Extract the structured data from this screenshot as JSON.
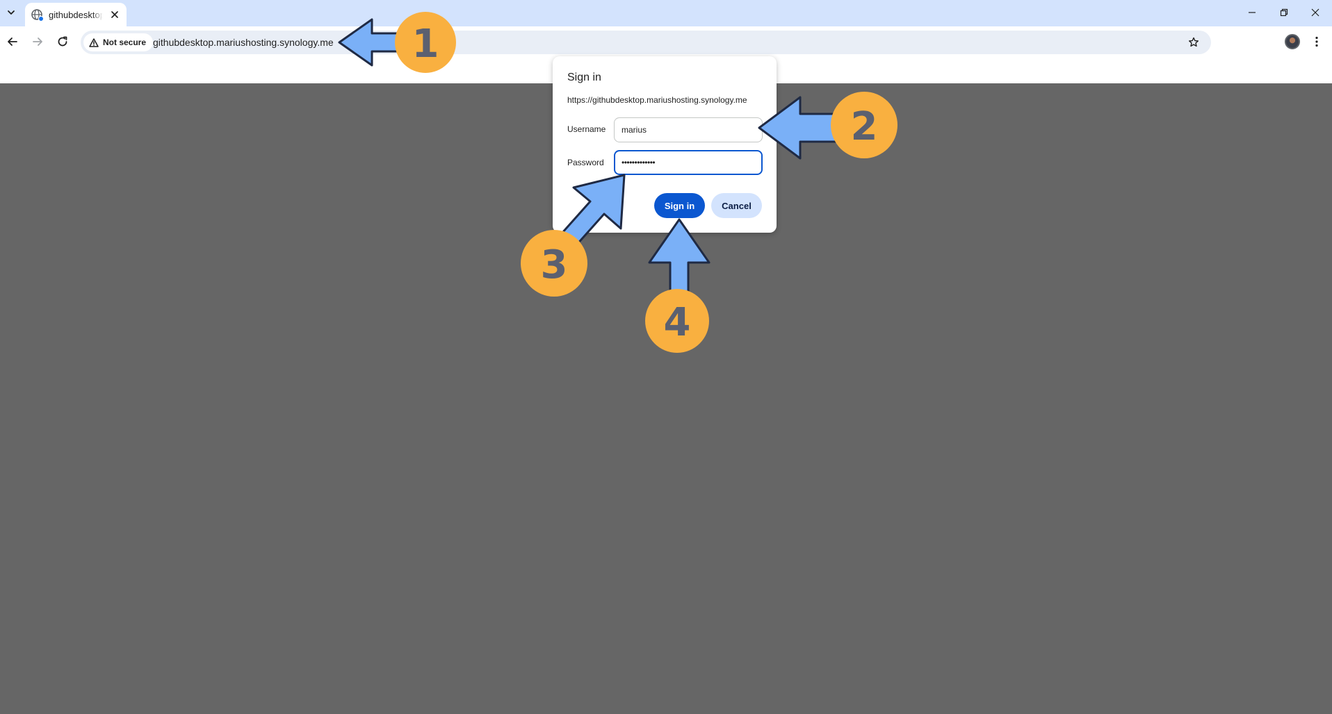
{
  "browser": {
    "tab": {
      "title": "githubdesktop.mariushosting.synology.me"
    },
    "omnibox": {
      "security_label": "Not secure",
      "url": "githubdesktop.mariushosting.synology.me"
    }
  },
  "dialog": {
    "title": "Sign in",
    "origin": "https://githubdesktop.mariushosting.synology.me",
    "username_label": "Username",
    "username_value": "marius",
    "password_label": "Password",
    "password_value": "•••••••••••••",
    "signin_label": "Sign in",
    "cancel_label": "Cancel"
  },
  "annotations": {
    "step1": "1",
    "step2": "2",
    "step3": "3",
    "step4": "4",
    "arrow_color": "#7ab0f7",
    "badge_color": "#f9b040"
  },
  "colors": {
    "tabstrip": "#d3e3fd",
    "page_background": "#666666",
    "primary_button": "#0b57d0"
  }
}
